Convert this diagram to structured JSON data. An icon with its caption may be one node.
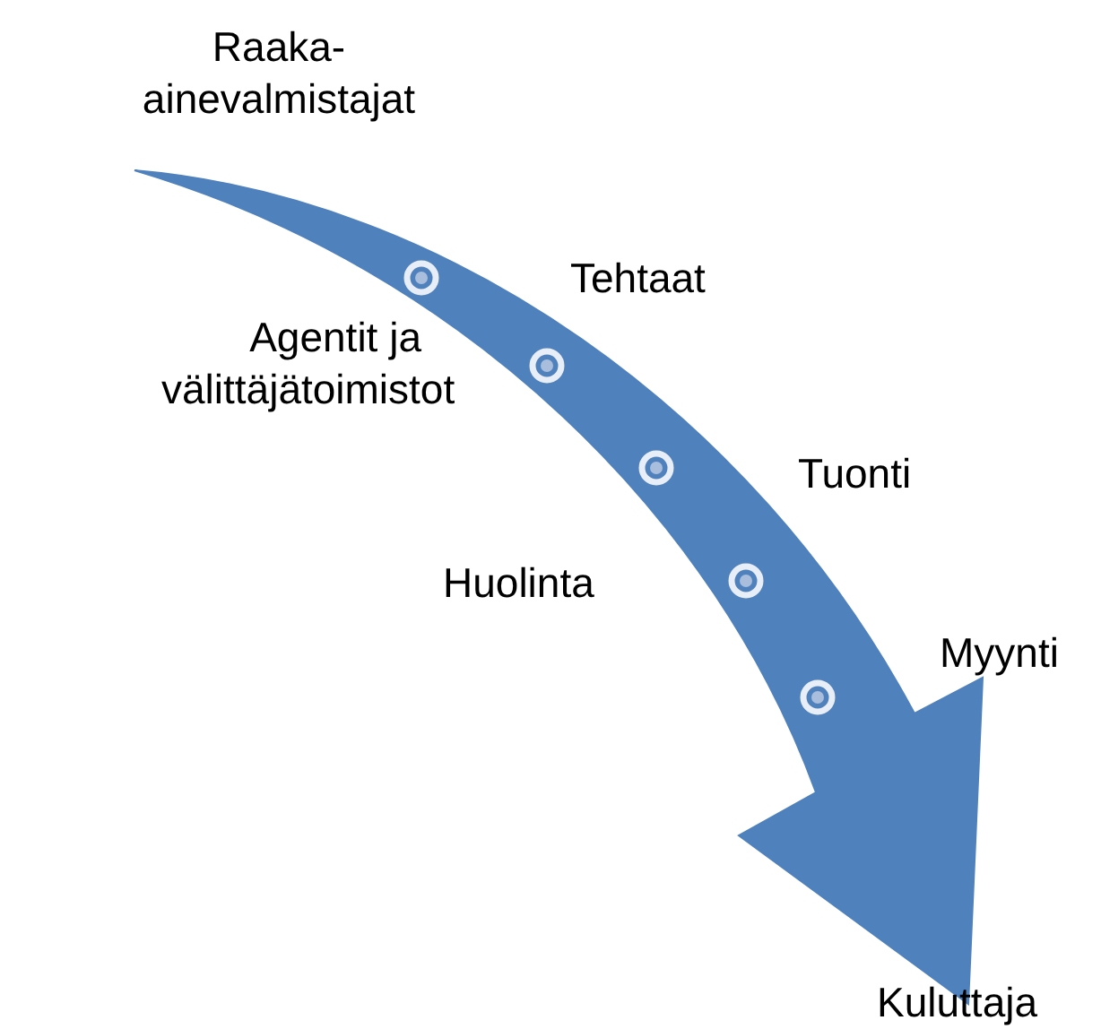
{
  "diagram": {
    "nodes": [
      {
        "text": [
          "Raaka- ainevalmistajat"
        ]
      },
      {
        "text": [
          "Tehtaat"
        ]
      },
      {
        "text": [
          "Agentit ja välittäjätoimistot"
        ]
      },
      {
        "text": [
          "Tuonti"
        ]
      },
      {
        "text": [
          "Huolinta"
        ]
      },
      {
        "text": [
          "Myynti"
        ]
      },
      {
        "text": [
          "Kuluttaja"
        ]
      }
    ],
    "edges": [
      {
        "from": 0,
        "to": 6,
        "arrow": "to"
      }
    ]
  }
}
